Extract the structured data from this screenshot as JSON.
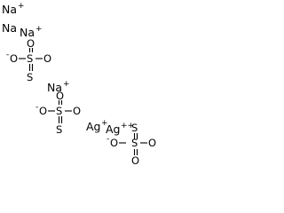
{
  "structure": {
    "sodium_ions": [
      {
        "symbol": "Na",
        "charge": "+"
      },
      {
        "symbol": "Na",
        "charge": ""
      },
      {
        "symbol": "Na",
        "charge": "+"
      },
      {
        "symbol": "Na",
        "charge": "+"
      }
    ],
    "silver_ions": [
      {
        "symbol": "Ag",
        "charge": "+"
      },
      {
        "symbol": "Ag",
        "charge": "++"
      }
    ],
    "thiosulfates": [
      {
        "sulfur_center": "S",
        "oxygens": [
          "O",
          "O",
          "O"
        ],
        "thio_sulfur": "S",
        "charge": "-"
      },
      {
        "sulfur_center": "S",
        "oxygens": [
          "O",
          "O",
          "O"
        ],
        "thio_sulfur": "S",
        "charge": "-"
      },
      {
        "sulfur_center": "S",
        "oxygens": [
          "O",
          "O",
          "O"
        ],
        "thio_sulfur": "S",
        "charge": "-"
      }
    ]
  }
}
